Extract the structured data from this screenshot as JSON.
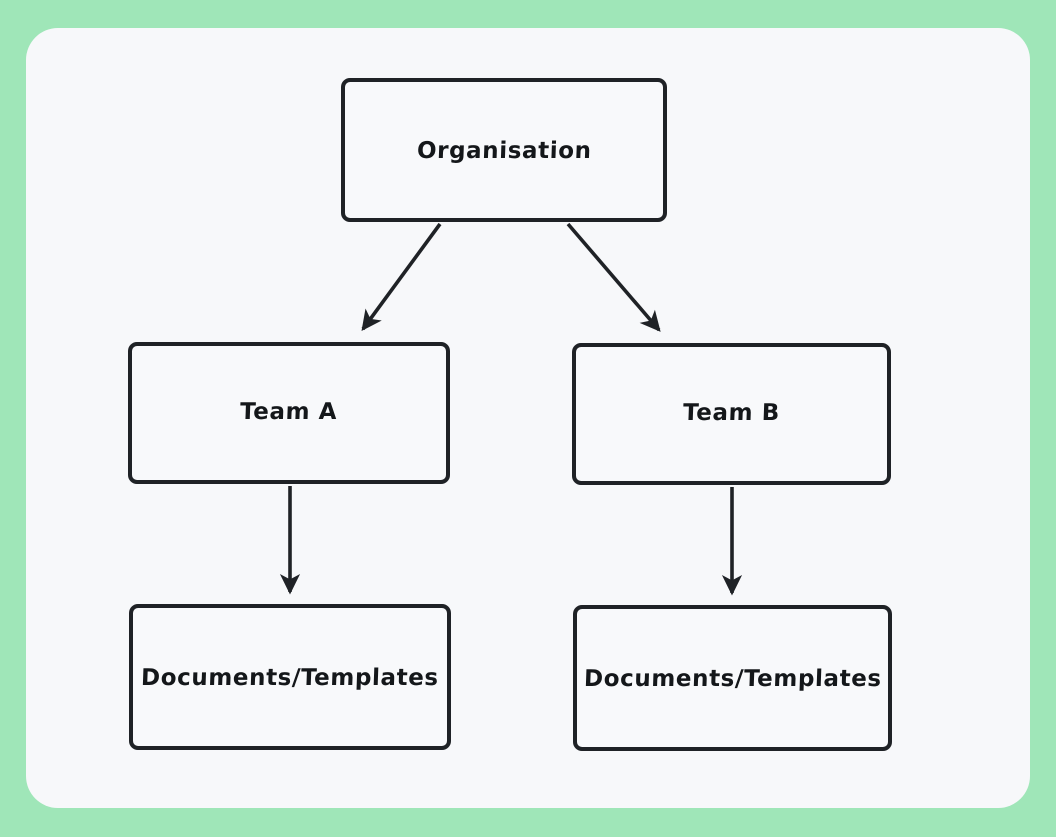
{
  "canvas": {
    "background_color": "#9fe6b8",
    "panel_color": "#f7f8fa",
    "stroke_color": "#1f2226",
    "text_color": "#14171a"
  },
  "diagram": {
    "type": "flowchart",
    "orientation": "top-down",
    "nodes": [
      {
        "id": "organisation",
        "label": "Organisation",
        "level": 0
      },
      {
        "id": "team_a",
        "label": "Team A",
        "level": 1
      },
      {
        "id": "team_b",
        "label": "Team B",
        "level": 1
      },
      {
        "id": "docs_a",
        "label": "Documents/Templates",
        "level": 2
      },
      {
        "id": "docs_b",
        "label": "Documents/Templates",
        "level": 2
      }
    ],
    "edges": [
      {
        "from": "organisation",
        "to": "team_a",
        "style": "arrow-diagonal"
      },
      {
        "from": "organisation",
        "to": "team_b",
        "style": "arrow-diagonal"
      },
      {
        "from": "team_a",
        "to": "docs_a",
        "style": "arrow-vertical"
      },
      {
        "from": "team_b",
        "to": "docs_b",
        "style": "arrow-vertical"
      }
    ]
  }
}
